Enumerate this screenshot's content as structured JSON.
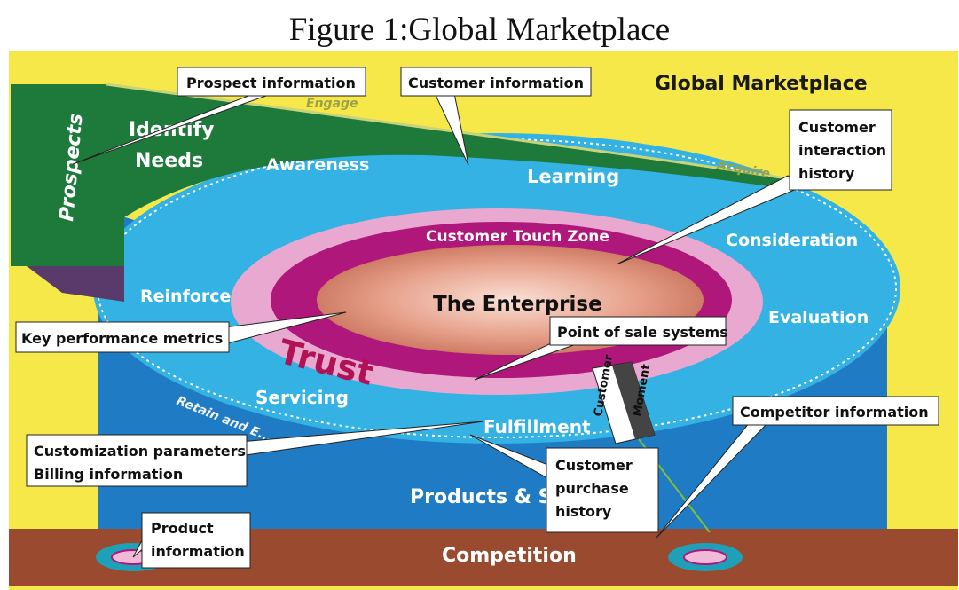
{
  "figure_title": "Figure 1:Global Marketplace",
  "header_title": "Global Marketplace",
  "zones": {
    "prospects": "Prospects",
    "identify": "Identify",
    "needs": "Needs",
    "engage": "Engage",
    "awareness": "Awareness",
    "learning": "Learning",
    "acquire": "Acquire",
    "consideration": "Consideration",
    "evaluation": "Evaluation",
    "reinforce": "Reinforce",
    "servicing": "Servicing",
    "retain_and": "Retain and E...",
    "fulfillment": "Fulfillment",
    "products": "Products & Se",
    "competition": "Competition",
    "touch_zone": "Customer Touch Zone",
    "enterprise": "The Enterprise",
    "trust": "Trust",
    "customer": "Customer",
    "moment": "Moment"
  },
  "callouts": {
    "prospect_info": "Prospect information",
    "customer_info": "Customer information",
    "interaction_history": [
      "Customer",
      "interaction",
      "history"
    ],
    "kpi": "Key performance metrics",
    "pos": "Point of sale systems",
    "competitor_info": "Competitor information",
    "customization": [
      "Customization parameters",
      "Billing information"
    ],
    "purchase_history": [
      "Customer",
      "purchase",
      "history"
    ],
    "product_info": [
      "Product",
      "information"
    ]
  },
  "colors": {
    "background_yellow": "#f7e84a",
    "prospects_green": "#1e7a3a",
    "ring_blue": "#33b2e3",
    "deep_blue": "#1f7bc4",
    "touch_zone_pink": "#e9a8cf",
    "touch_zone_magenta": "#b0177a",
    "enterprise_core": "#e39a83",
    "competition_brown": "#9a4a2e",
    "trust_red": "#b01255"
  }
}
